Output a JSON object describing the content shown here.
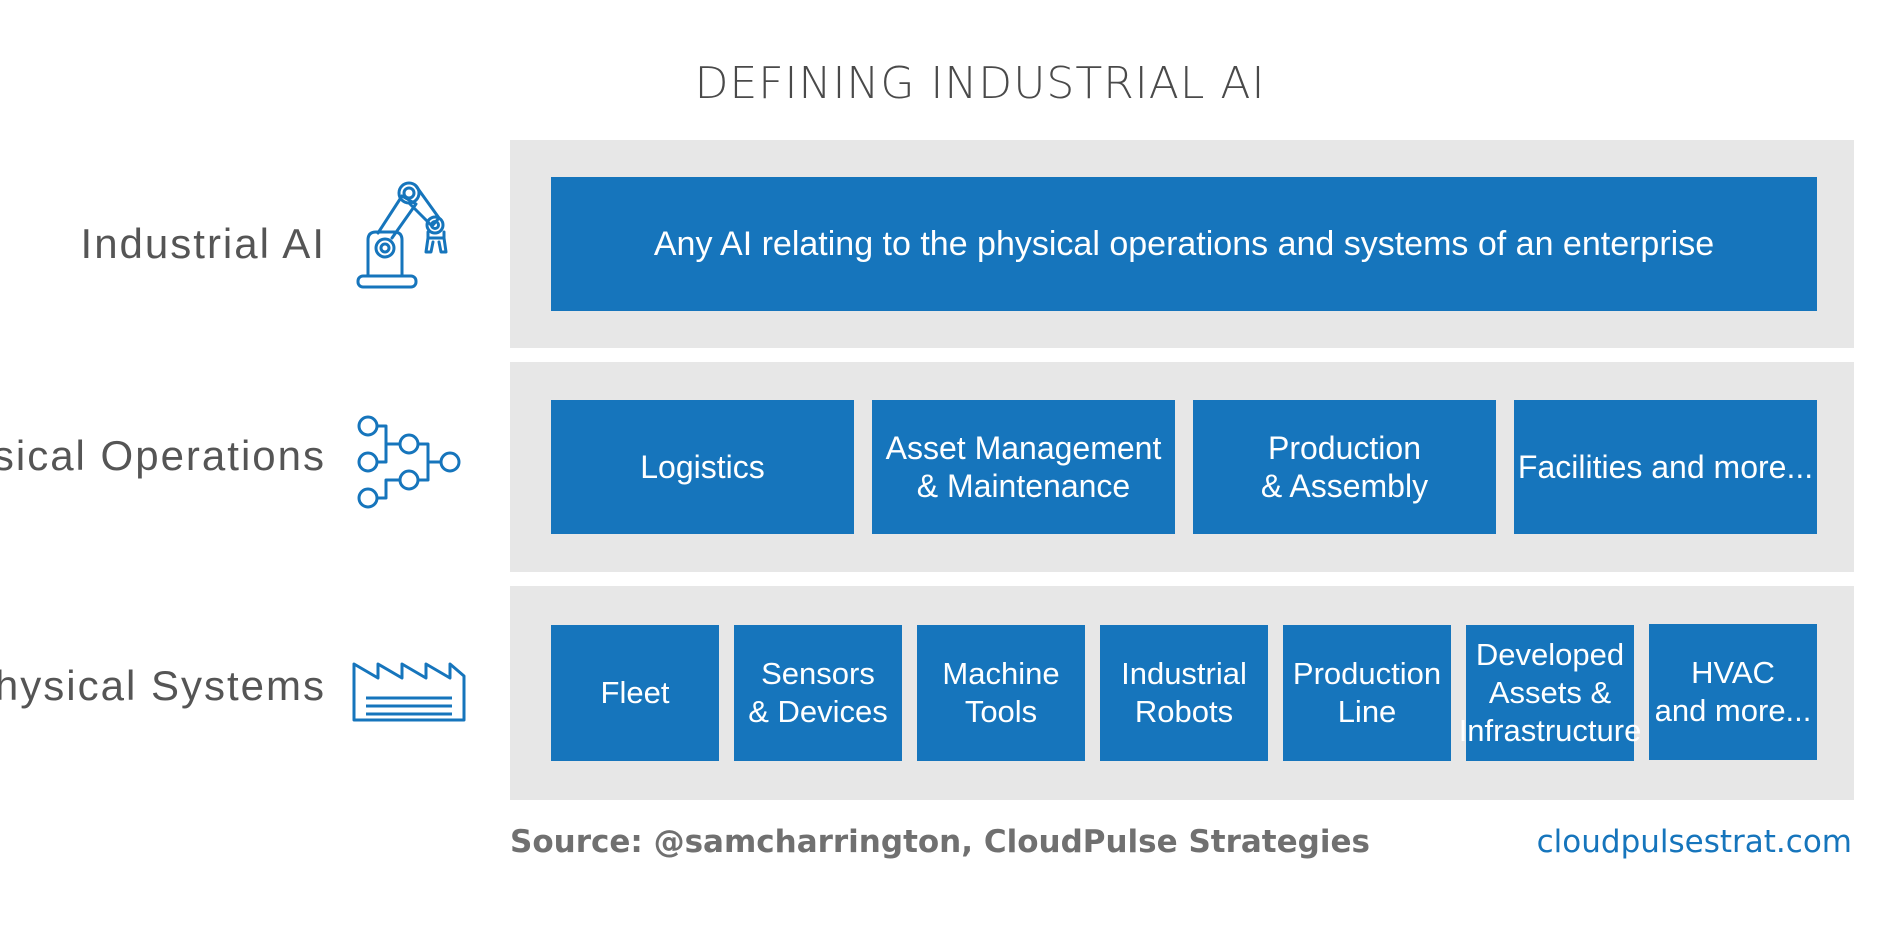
{
  "title": "DEFINING INDUSTRIAL AI",
  "rows": [
    {
      "label": "Industrial AI",
      "icon": "robot-arm-icon",
      "tiles": [
        "Any AI relating to the physical operations and systems of an enterprise"
      ]
    },
    {
      "label": "Physical Operations",
      "icon": "process-flow-icon",
      "tiles": [
        "Logistics",
        "Asset Management\n& Maintenance",
        "Production\n& Assembly",
        "Facilities and more..."
      ]
    },
    {
      "label": "Physical Systems",
      "icon": "factory-icon",
      "tiles": [
        "Fleet",
        "Sensors\n& Devices",
        "Machine\nTools",
        "Industrial\nRobots",
        "Production\nLine",
        "Developed\nAssets &\nInfrastructure",
        "HVAC\nand more..."
      ]
    }
  ],
  "footer": {
    "source": "Source: @samcharrington, CloudPulse Strategies",
    "site": "cloudpulsestrat.com"
  },
  "colors": {
    "tile": "#1675bc",
    "band": "#e7e7e7",
    "icon": "#1675bc",
    "label": "#555555"
  }
}
